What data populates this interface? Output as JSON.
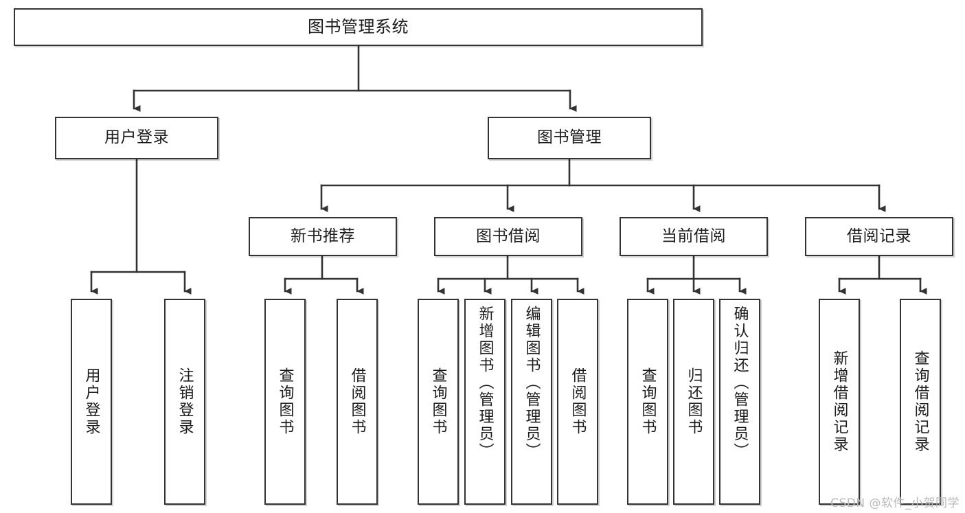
{
  "diagram": {
    "title": "图书管理系统",
    "type": "tree-hierarchy",
    "watermark": "CSDN @软件_小贺同学",
    "colors": {
      "box_border": "#333333",
      "box_fill": "#ffffff",
      "edge": "#333333",
      "text": "#1c1c1c",
      "watermark": "#b9b9b9",
      "background": "#ffffff"
    },
    "nodes": {
      "root": {
        "label": "图书管理系统"
      },
      "level2": [
        {
          "id": "user-login",
          "label": "用户登录"
        },
        {
          "id": "book-manage",
          "label": "图书管理"
        }
      ],
      "level3": [
        {
          "id": "new-book-recommend",
          "label": "新书推荐"
        },
        {
          "id": "book-borrow",
          "label": "图书借阅"
        },
        {
          "id": "current-borrow",
          "label": "当前借阅"
        },
        {
          "id": "borrow-record",
          "label": "借阅记录"
        }
      ],
      "leaves": {
        "user-login": [
          {
            "id": "leaf-user-login",
            "label": "用户登录"
          },
          {
            "id": "leaf-user-logout",
            "label": "注销登录"
          }
        ],
        "new-book-recommend": [
          {
            "id": "leaf-query-book-1",
            "label": "查询图书"
          },
          {
            "id": "leaf-borrow-book-1",
            "label": "借阅图书"
          }
        ],
        "book-borrow": [
          {
            "id": "leaf-query-book-2",
            "label": "查询图书"
          },
          {
            "id": "leaf-add-book",
            "label": "新增图书（管理员）"
          },
          {
            "id": "leaf-edit-book",
            "label": "编辑图书（管理员）"
          },
          {
            "id": "leaf-borrow-book-2",
            "label": "借阅图书"
          }
        ],
        "current-borrow": [
          {
            "id": "leaf-query-book-3",
            "label": "查询图书"
          },
          {
            "id": "leaf-return-book",
            "label": "归还图书"
          },
          {
            "id": "leaf-confirm-return",
            "label": "确认归还（管理员）"
          }
        ],
        "borrow-record": [
          {
            "id": "leaf-add-record",
            "label": "新增借阅记录"
          },
          {
            "id": "leaf-query-record",
            "label": "查询借阅记录"
          }
        ]
      }
    }
  }
}
